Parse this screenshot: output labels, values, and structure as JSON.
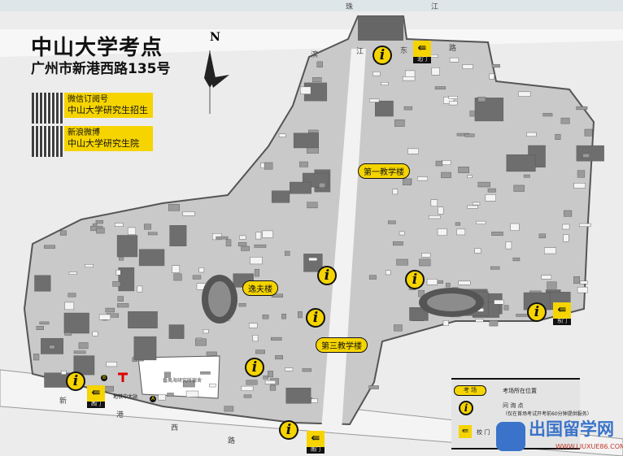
{
  "header": {
    "title": "中山大学考点",
    "address": "广州市新港西路135号",
    "compass": "N"
  },
  "qr_codes": [
    {
      "label": "微信订阅号",
      "name": "中山大学研究生招生"
    },
    {
      "label": "新浪微博",
      "name": "中山大学研究生院"
    }
  ],
  "roads": {
    "river": [
      "珠",
      "江"
    ],
    "north_road": [
      "滨",
      "江",
      "东",
      "路"
    ],
    "south_road": [
      "新",
      "港",
      "西",
      "路"
    ]
  },
  "buildings": [
    {
      "label": "第一教学楼"
    },
    {
      "label": "逸夫楼"
    },
    {
      "label": "第三教学楼"
    }
  ],
  "gates": [
    {
      "label": "北门"
    },
    {
      "label": "东门"
    },
    {
      "label": "西门"
    },
    {
      "label": "南门"
    }
  ],
  "metro": {
    "label": "地铁中大站",
    "exit_a": "A",
    "exit_b": "B"
  },
  "other_area": "番禺海研究所宿舍",
  "info_icon": "i",
  "gate_icon": "⇚",
  "legend": {
    "exam_badge": "考 场",
    "exam_text": "考场所在位置",
    "info_text": "问 询 点",
    "info_note": "（仅在首场考试开考前60分钟提供服务）",
    "gate_text": "校 门"
  },
  "watermark": {
    "name": "出国留学网",
    "url": "WWW.LIUXUE86.COM"
  },
  "colors": {
    "accent": "#f5d400",
    "building": "#8a8a8a",
    "campus": "#c9c9c9"
  }
}
